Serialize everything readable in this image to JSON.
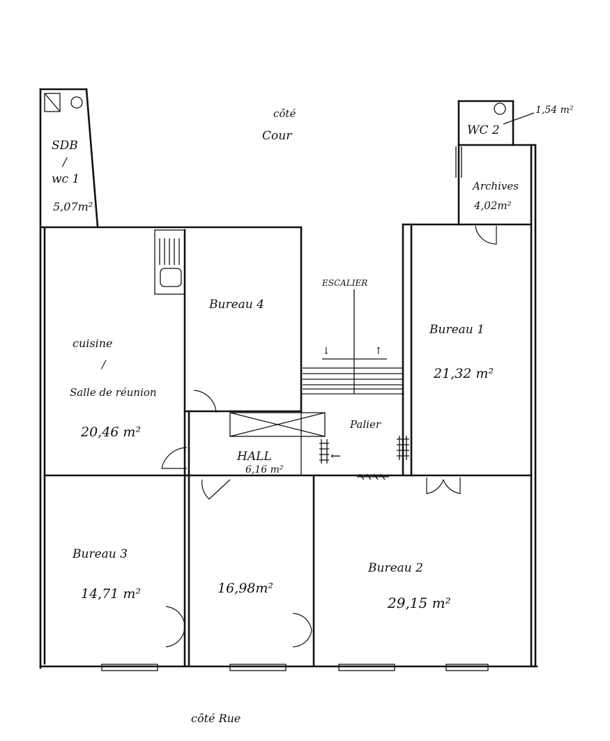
{
  "orientation": {
    "top_label_line1": "côté",
    "top_label_line2": "Cour",
    "bottom_label": "côté Rue"
  },
  "rooms": {
    "sdb": {
      "name_line1": "SDB",
      "name_line2": "/",
      "name_line3": "wc 1",
      "area": "5,07m²"
    },
    "wc2": {
      "name": "WC 2",
      "area": "1,54 m²"
    },
    "archives": {
      "name": "Archives",
      "area": "4,02m²"
    },
    "bureau4": {
      "name": "Bureau 4"
    },
    "escalier": {
      "name": "ESCALIER"
    },
    "bureau1": {
      "name": "Bureau 1",
      "area": "21,32 m²"
    },
    "cuisine": {
      "name_line1": "cuisine",
      "name_line2": "/",
      "name_line3": "Salle de réunion",
      "area": "20,46 m²"
    },
    "palier": {
      "name": "Palier"
    },
    "hall": {
      "name": "HALL",
      "area": "6,16 m²"
    },
    "bureau3": {
      "name": "Bureau 3",
      "area": "14,71 m²"
    },
    "unnamed_office": {
      "area": "16,98m²"
    },
    "bureau2": {
      "name": "Bureau 2",
      "area": "29,15 m²"
    }
  },
  "marks": {
    "stair_down": "↓",
    "stair_up": "↑",
    "entry_arrow": "←"
  }
}
